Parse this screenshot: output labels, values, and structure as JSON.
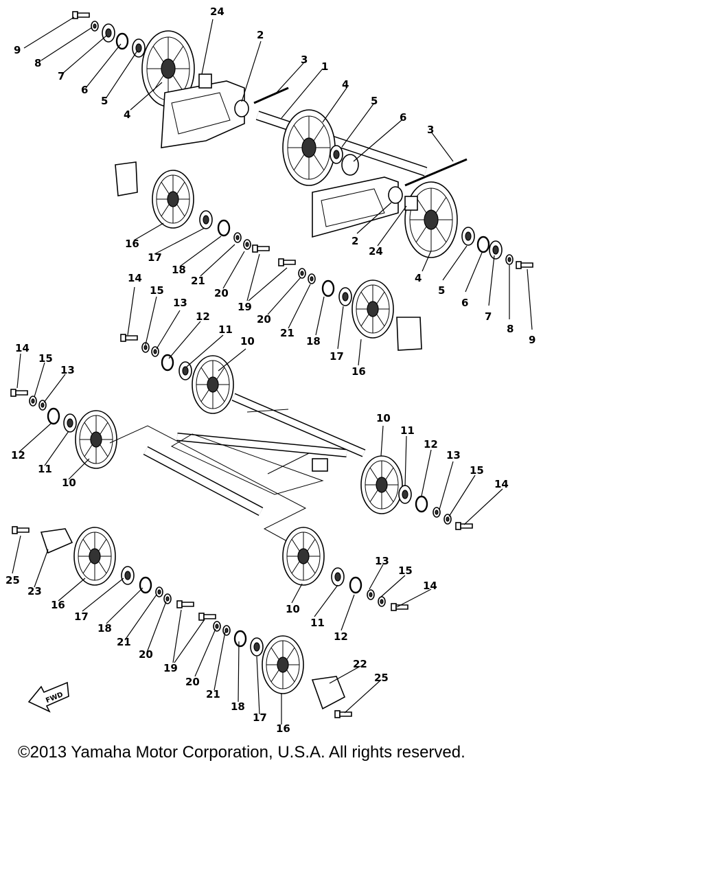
{
  "copyright": "©2013 Yamaha Motor Corporation, U.S.A. All rights reserved.",
  "fwd_label": "FWD",
  "callouts": [
    "1",
    "2",
    "3",
    "4",
    "5",
    "6",
    "7",
    "8",
    "9",
    "10",
    "11",
    "12",
    "13",
    "14",
    "15",
    "16",
    "17",
    "18",
    "19",
    "20",
    "21",
    "22",
    "23",
    "24",
    "25"
  ]
}
